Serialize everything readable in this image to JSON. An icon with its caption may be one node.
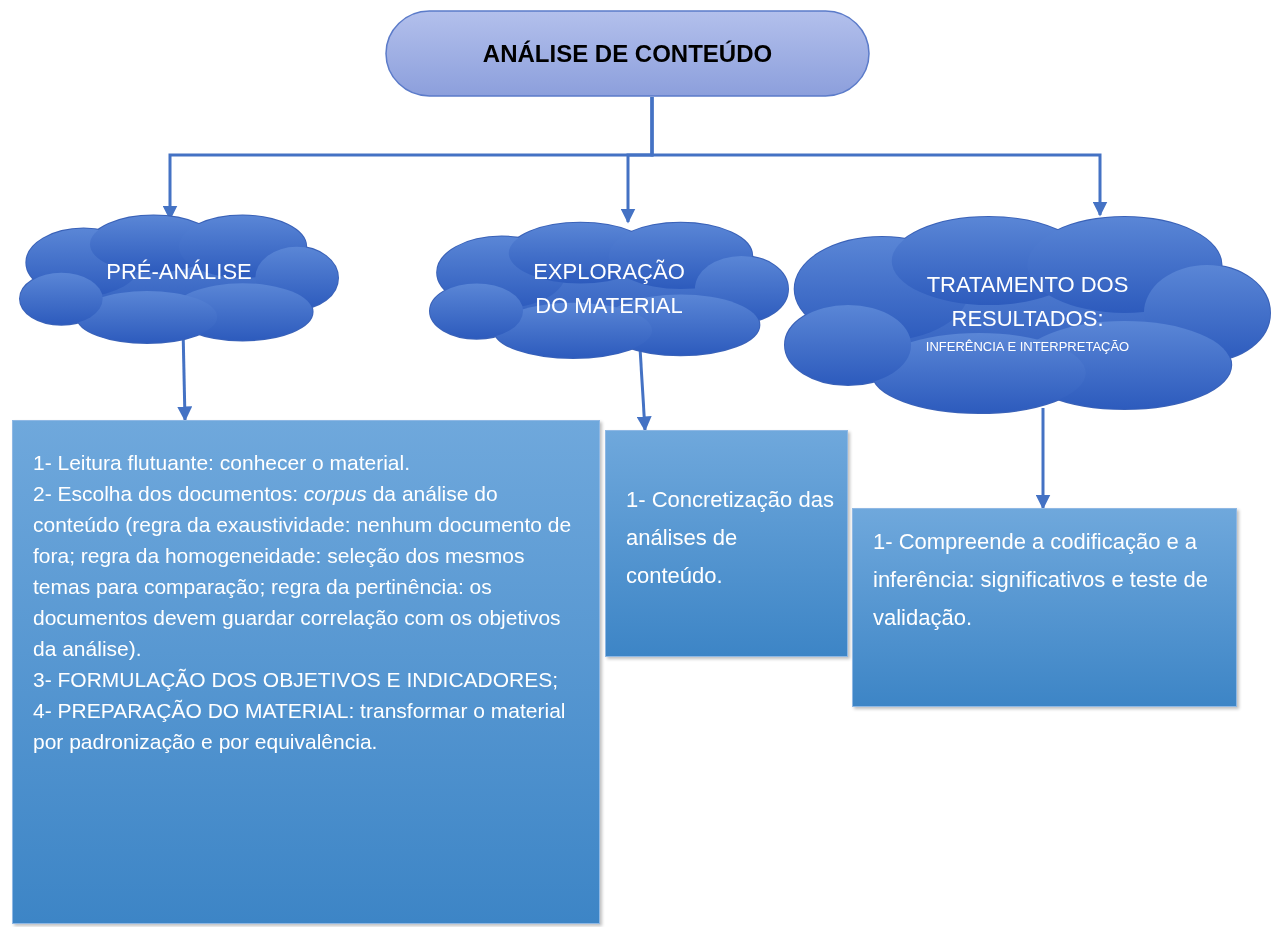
{
  "diagram": {
    "nodes": [
      {
        "text": [
          "ANÁLISE DE CONTEÚDO"
        ]
      },
      {
        "text": [
          "PRÉ-ANÁLISE"
        ]
      },
      {
        "text": [
          "EXPLORAÇÃO DO MATERIAL"
        ]
      },
      {
        "text": [
          "TRATAMENTO DOS RESULTADOS:",
          "INFERÊNCIA E INTERPRETAÇÃO"
        ]
      },
      {
        "text": [
          "1- Leitura flutuante: conhecer o material.",
          "2- Escolha dos documentos: *corpus* da análise do conteúdo (regra da exaustividade: nenhum documento de fora; regra da homogeneidade: seleção dos mesmos temas para comparação; regra da pertinência: os documentos devem guardar correlação com os objetivos da análise).",
          "3- FORMULAÇÃO DOS OBJETIVOS E INDICADORES;",
          "4- PREPARAÇÃO DO MATERIAL: transformar o material por padronização e por equivalência."
        ]
      },
      {
        "text": [
          "1- Concretização das análises de conteúdo."
        ]
      },
      {
        "text": [
          "1- Compreende a codificação e a inferência: significativos e teste de validação."
        ]
      }
    ],
    "edges": [
      {
        "from": 0,
        "to": 1,
        "arrow": "to"
      },
      {
        "from": 0,
        "to": 2,
        "arrow": "to"
      },
      {
        "from": 0,
        "to": 3,
        "arrow": "to"
      },
      {
        "from": 1,
        "to": 4,
        "arrow": "to"
      },
      {
        "from": 2,
        "to": 5,
        "arrow": "to"
      },
      {
        "from": 3,
        "to": 6,
        "arrow": "to"
      }
    ]
  }
}
